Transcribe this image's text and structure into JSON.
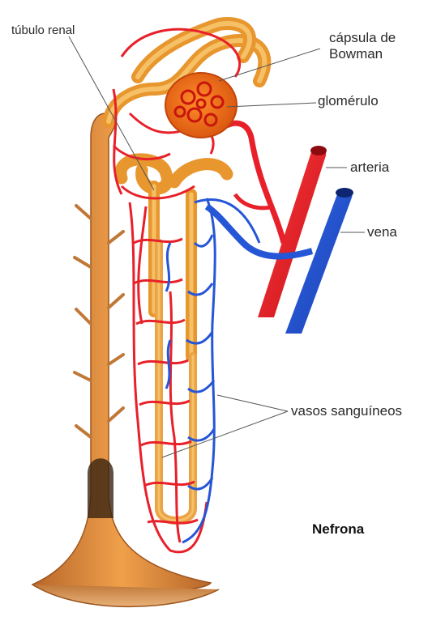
{
  "labels": {
    "tubulo": "túbulo renal",
    "capsula_line1": "cápsula de",
    "capsula_line2": "Bowman",
    "glomerulo": "glomérulo",
    "arteria": "arteria",
    "vena": "vena",
    "vasos": "vasos sanguíneos",
    "title": "Nefrona"
  },
  "colors": {
    "artery": "#e8202a",
    "vein": "#2556d6",
    "tubule": "#e8962e",
    "tubule_light": "#f6c067",
    "capsule": "#f07a1a",
    "collecting_duct": "#c97b3a"
  }
}
